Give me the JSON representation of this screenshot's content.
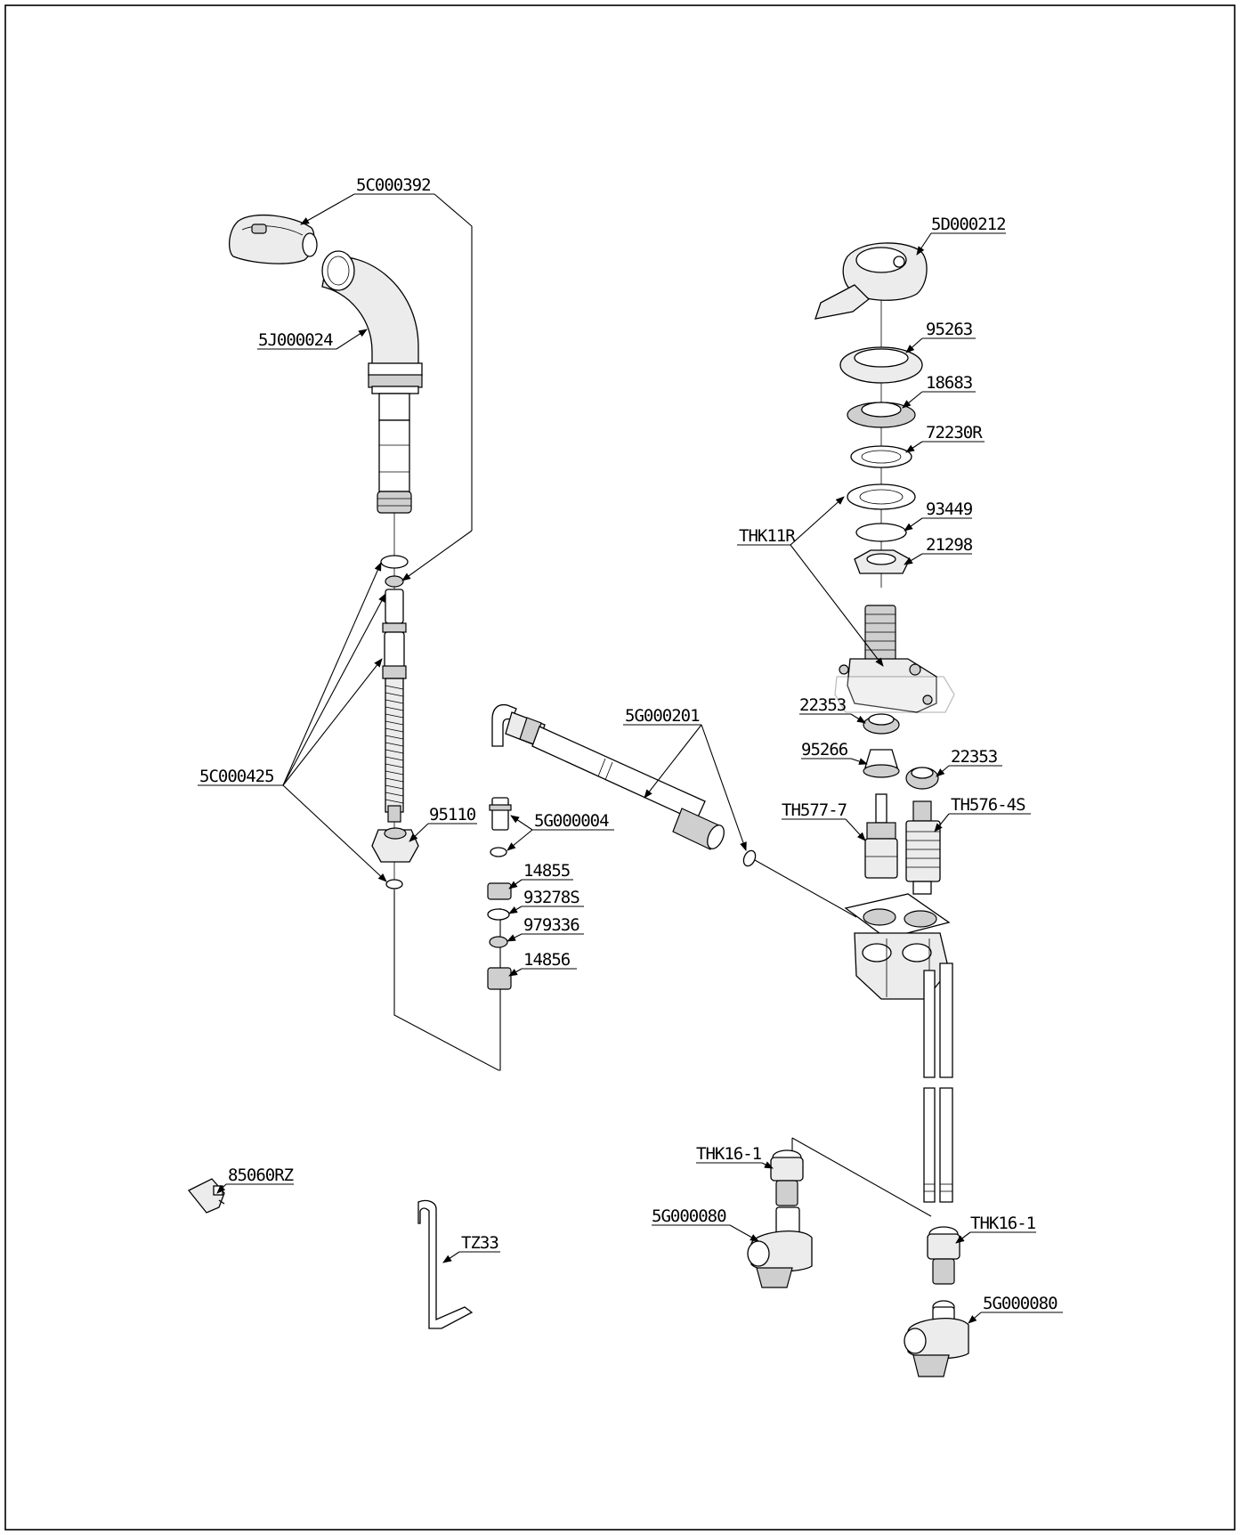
{
  "labels": {
    "5C000392": "5C000392",
    "5J000024": "5J000024",
    "5C000425": "5C000425",
    "95110": "95110",
    "5G000004": "5G000004",
    "14855": "14855",
    "93278S": "93278S",
    "979336": "979336",
    "14856": "14856",
    "5G000201": "5G000201",
    "5D000212": "5D000212",
    "95263": "95263",
    "18683": "18683",
    "72230R": "72230R",
    "THK11R": "THK11R",
    "93449": "93449",
    "21298": "21298",
    "22353_a": "22353",
    "95266": "95266",
    "22353_b": "22353",
    "TH577-7": "TH577-7",
    "TH576-4S": "TH576-4S",
    "THK16-1_a": "THK16-1",
    "5G000080_a": "5G000080",
    "THK16-1_b": "THK16-1",
    "5G000080_b": "5G000080",
    "85060RZ": "85060RZ",
    "TZ33": "TZ33"
  }
}
